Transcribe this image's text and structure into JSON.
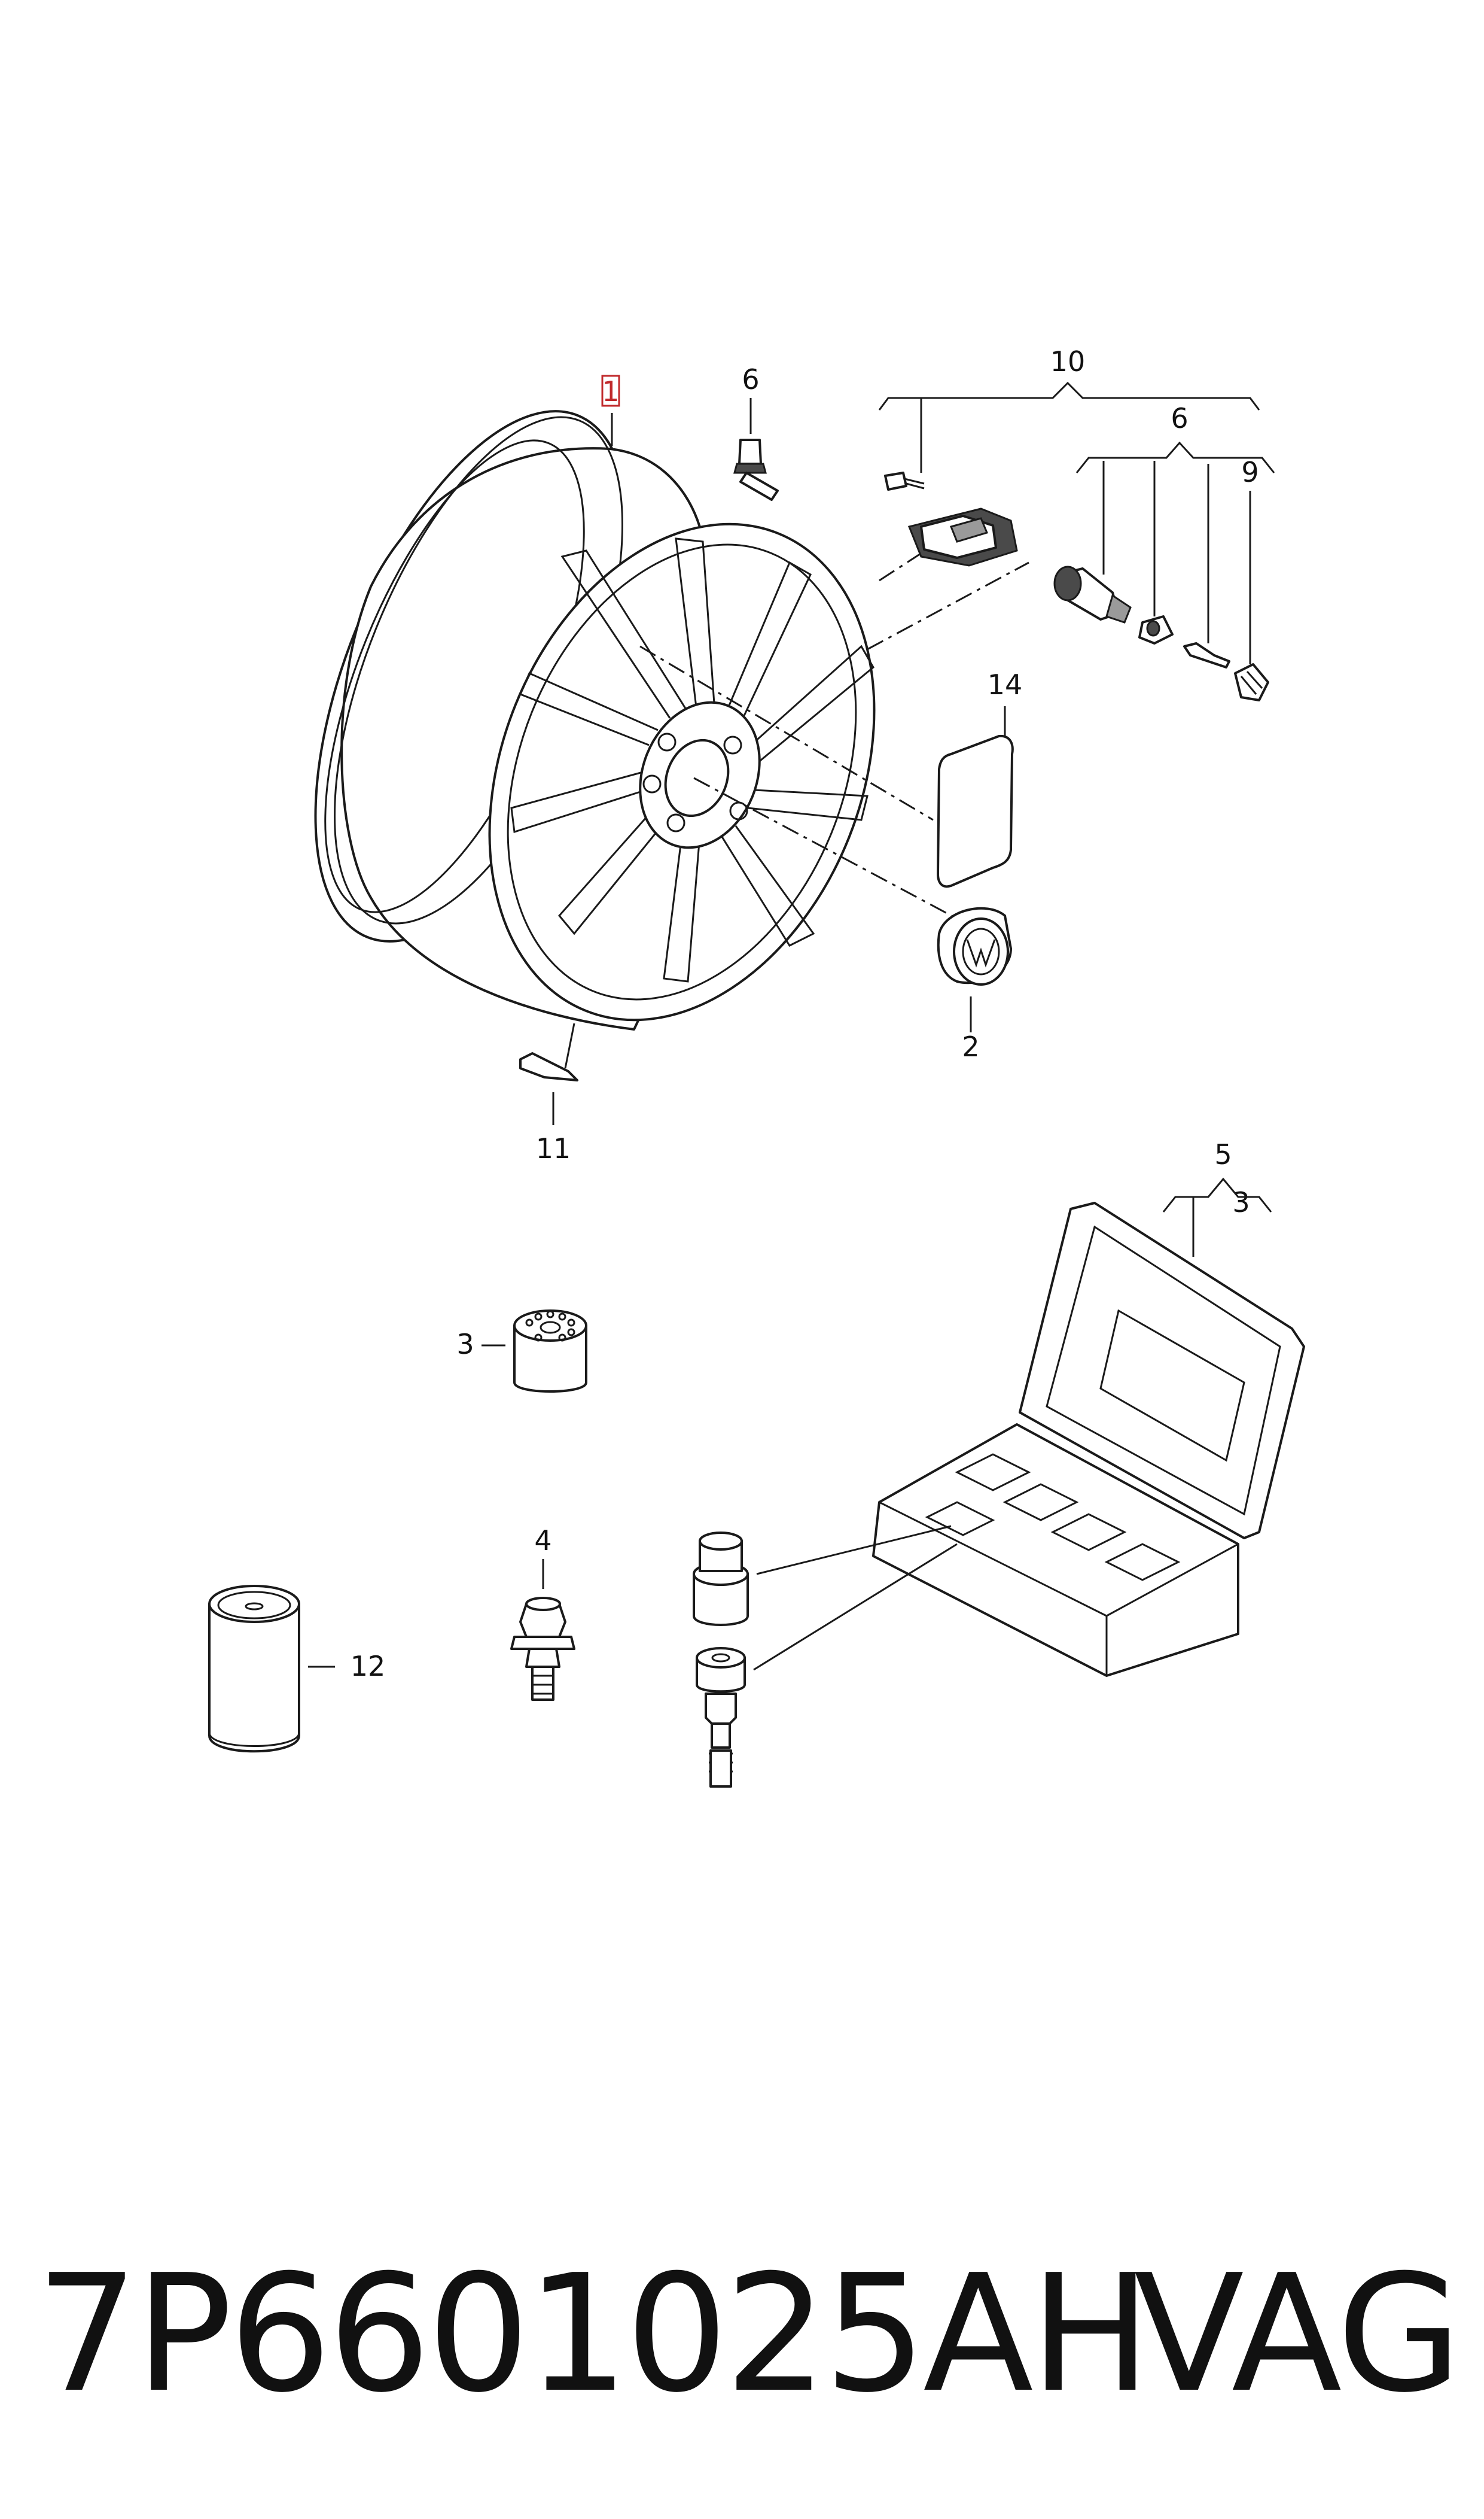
{
  "callouts": {
    "c1": "1",
    "c2": "2",
    "c3a": "3",
    "c3b": "3",
    "c4": "4",
    "c5": "5",
    "c6a": "6",
    "c6b": "6",
    "c9": "9",
    "c10": "10",
    "c11": "11",
    "c12": "12",
    "c14": "14"
  },
  "footer": {
    "part_number": "7P6601025AH",
    "brand": "VAG"
  },
  "colors": {
    "highlight": "#c0292b",
    "line": "#1a1a1a"
  }
}
